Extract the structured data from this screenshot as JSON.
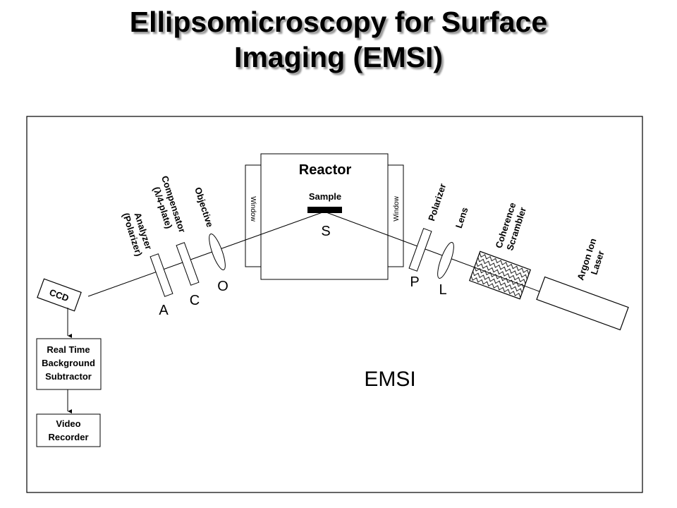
{
  "title": {
    "line1": "Ellipsomicroscopy for Surface",
    "line2": "Imaging (EMSI)"
  },
  "diagram": {
    "reactor": "Reactor",
    "sample": "Sample",
    "window_left": "Window",
    "window_right": "Window",
    "sample_letter": "S",
    "compensator_label": [
      "Compensator",
      "(λ/4-plate)"
    ],
    "analyzer_label": [
      "Analyzer",
      "(Polarizer)"
    ],
    "objective_label": "Objective",
    "polarizer_label": "Polarizer",
    "lens_label": "Lens",
    "scrambler_label": [
      "Coherence",
      "Scrambler"
    ],
    "laser_label": [
      "Argon Ion",
      "Laser"
    ],
    "letter_o": "O",
    "letter_c": "C",
    "letter_a": "A",
    "letter_p": "P",
    "letter_l": "L",
    "ccd": "CCD",
    "subtractor": [
      "Real Time",
      "Background",
      "Subtractor"
    ],
    "recorder": [
      "Video",
      "Recorder"
    ],
    "caption": "EMSI"
  }
}
